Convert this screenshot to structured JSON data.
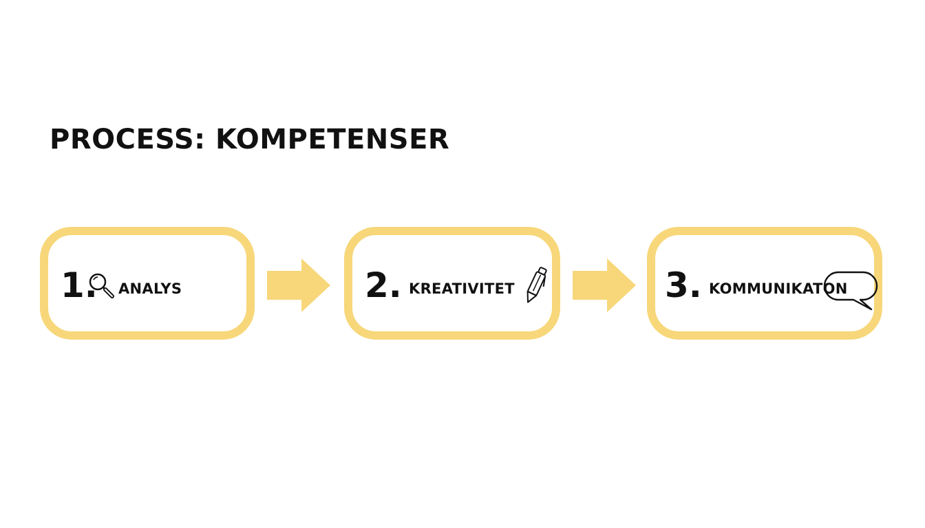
{
  "title": "PROCESS: KOMPETENSER",
  "accent_color": "#f7d77a",
  "steps": [
    {
      "number": "1.",
      "label": "ANALYS",
      "icon": "magnifier-icon"
    },
    {
      "number": "2.",
      "label": "KREATIVITET",
      "icon": "pen-icon"
    },
    {
      "number": "3.",
      "label": "KOMMUNIKATON",
      "icon": "speech-bubble-icon"
    }
  ]
}
